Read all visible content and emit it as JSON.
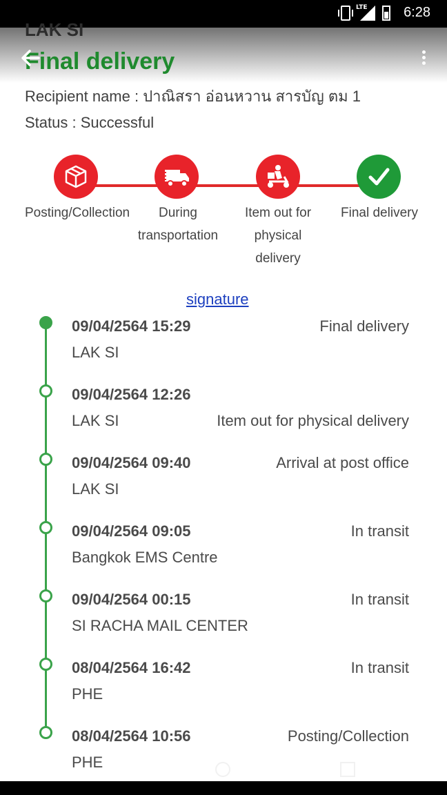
{
  "status_bar": {
    "network": "LTE",
    "time": "6:28"
  },
  "header": {
    "subtitle": "LAK SI",
    "title": "Final delivery",
    "back_icon": "arrow-left-icon",
    "menu_icon": "more-vert-icon"
  },
  "recipient": {
    "text": "Recipient name : ปาณิสรา อ่อนหวาน สารบัญ ตม 1"
  },
  "status": {
    "text": "Status : Successful"
  },
  "steps": [
    {
      "label": "Posting/Collection",
      "icon": "box-icon"
    },
    {
      "label": "During transportation",
      "icon": "truck-icon"
    },
    {
      "label": "Item out for physical delivery",
      "icon": "scooter-icon"
    },
    {
      "label": "Final delivery",
      "icon": "check-icon"
    }
  ],
  "signature_link": "signature",
  "timeline": [
    {
      "datetime": "09/04/2564 15:29",
      "place": "LAK SI",
      "status": "Final delivery"
    },
    {
      "datetime": "09/04/2564 12:26",
      "place": "LAK SI",
      "status": "Item out for physical delivery"
    },
    {
      "datetime": "09/04/2564 09:40",
      "place": "LAK SI",
      "status": "Arrival at post office"
    },
    {
      "datetime": "09/04/2564 09:05",
      "place": "Bangkok EMS Centre",
      "status": "In transit"
    },
    {
      "datetime": "09/04/2564 00:15",
      "place": "SI RACHA MAIL CENTER",
      "status": "In transit"
    },
    {
      "datetime": "08/04/2564 16:42",
      "place": "PHE",
      "status": "In transit"
    },
    {
      "datetime": "08/04/2564 10:56",
      "place": "PHE",
      "status": "Posting/Collection"
    }
  ],
  "colors": {
    "accent_green": "#1f8a2e",
    "step_red": "#e8232a",
    "timeline_green": "#3aa34a",
    "link_blue": "#1c3fbf"
  }
}
